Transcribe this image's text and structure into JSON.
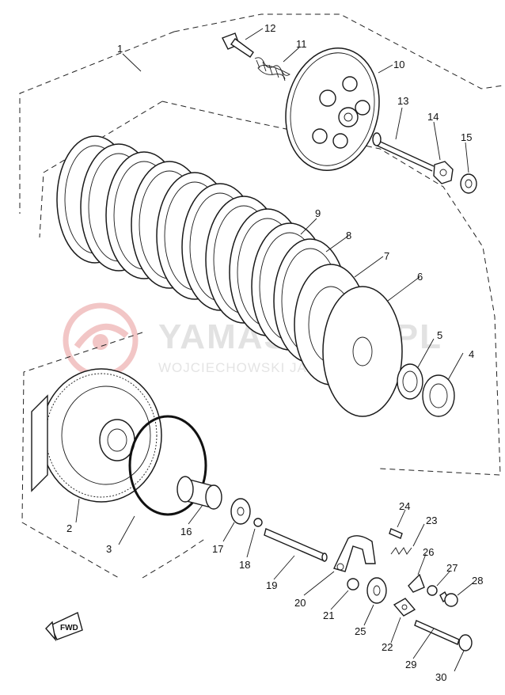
{
  "watermark": {
    "line1": "YAMASKLEP.PL",
    "line2": "WOJCIECHOWSKI JAROSŁAW",
    "color": "#e2e2e2",
    "logo_color": "#f2c6c6"
  },
  "direction_marker": "FWD",
  "part_numbers": [
    "1",
    "2",
    "3",
    "4",
    "5",
    "6",
    "7",
    "8",
    "9",
    "10",
    "11",
    "12",
    "13",
    "14",
    "15",
    "16",
    "17",
    "18",
    "19",
    "20",
    "21",
    "22",
    "23",
    "24",
    "25",
    "26",
    "27",
    "28",
    "29",
    "30"
  ]
}
